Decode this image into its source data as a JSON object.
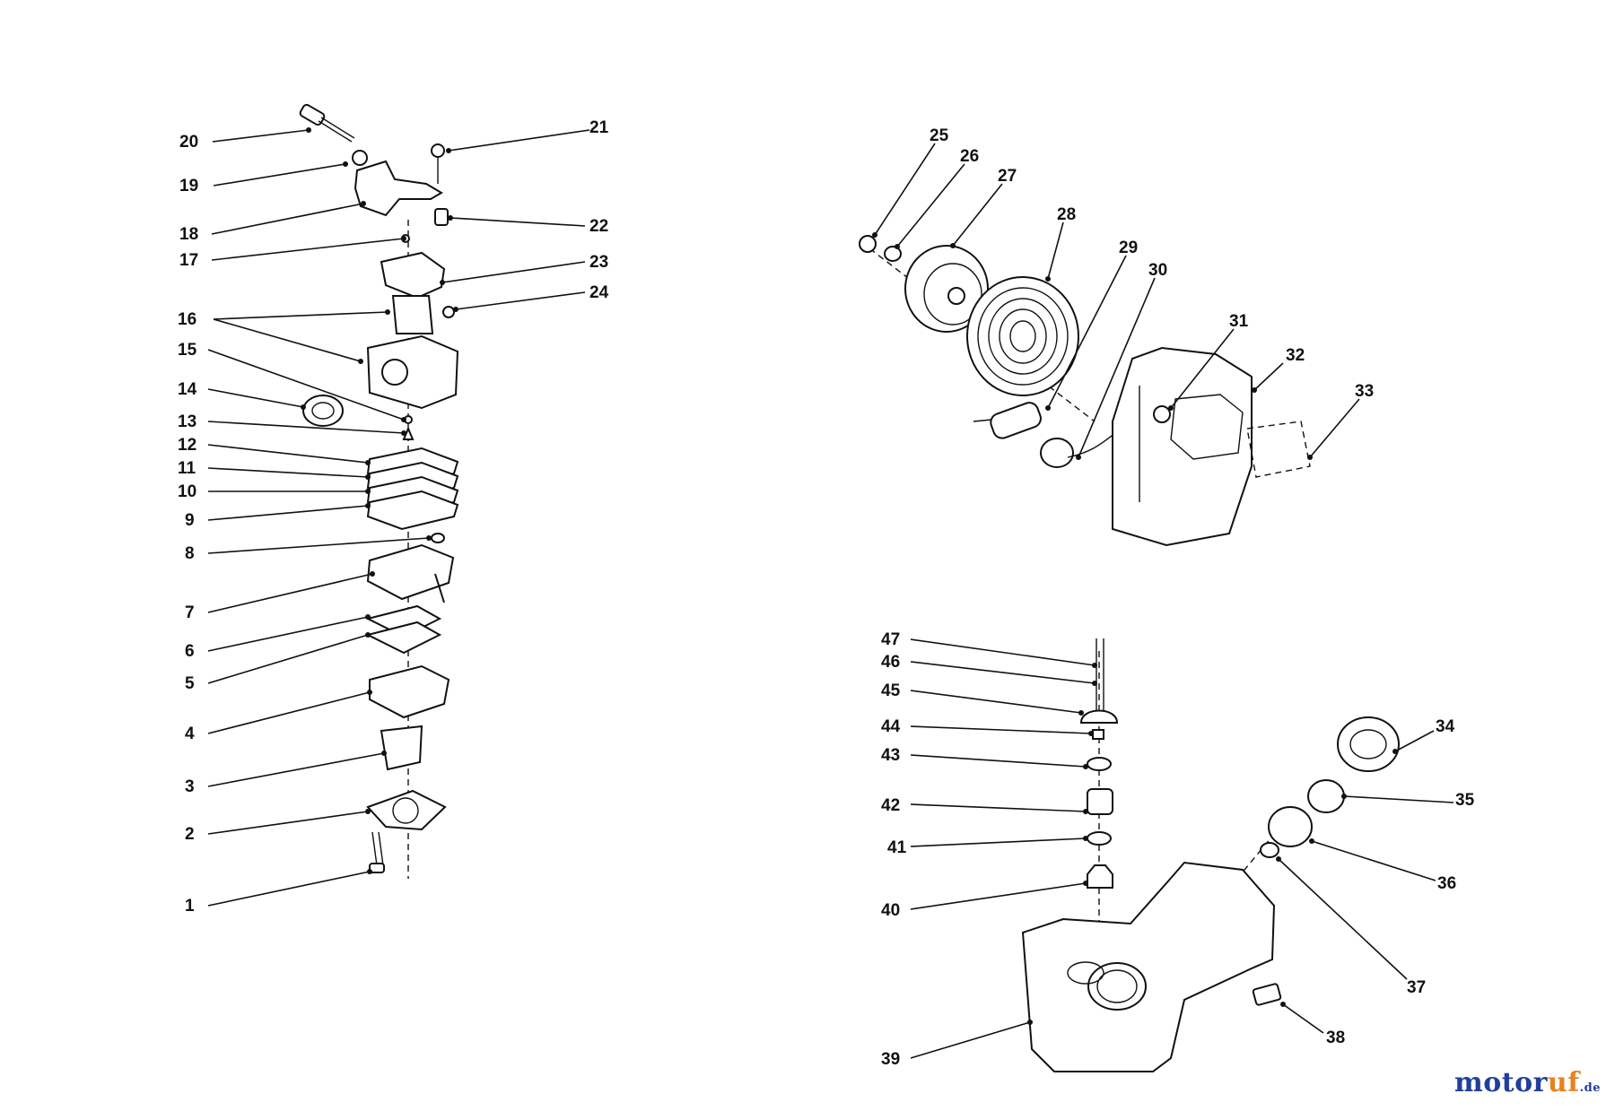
{
  "brand": {
    "part_a": "motor",
    "part_b": "uf",
    "suffix": ".de",
    "colors": {
      "blue": "#1f3f9c",
      "orange": "#e8821e"
    }
  },
  "callouts": [
    {
      "id": "c1",
      "label": "1"
    },
    {
      "id": "c2",
      "label": "2"
    },
    {
      "id": "c3",
      "label": "3"
    },
    {
      "id": "c4",
      "label": "4"
    },
    {
      "id": "c5",
      "label": "5"
    },
    {
      "id": "c6",
      "label": "6"
    },
    {
      "id": "c7",
      "label": "7"
    },
    {
      "id": "c8",
      "label": "8"
    },
    {
      "id": "c9",
      "label": "9"
    },
    {
      "id": "c10",
      "label": "10"
    },
    {
      "id": "c11",
      "label": "11"
    },
    {
      "id": "c12",
      "label": "12"
    },
    {
      "id": "c13",
      "label": "13"
    },
    {
      "id": "c14",
      "label": "14"
    },
    {
      "id": "c15",
      "label": "15"
    },
    {
      "id": "c16",
      "label": "16"
    },
    {
      "id": "c17",
      "label": "17"
    },
    {
      "id": "c18",
      "label": "18"
    },
    {
      "id": "c19",
      "label": "19"
    },
    {
      "id": "c20",
      "label": "20"
    },
    {
      "id": "c21",
      "label": "21"
    },
    {
      "id": "c22",
      "label": "22"
    },
    {
      "id": "c23",
      "label": "23"
    },
    {
      "id": "c24",
      "label": "24"
    },
    {
      "id": "c25",
      "label": "25"
    },
    {
      "id": "c26",
      "label": "26"
    },
    {
      "id": "c27",
      "label": "27"
    },
    {
      "id": "c28",
      "label": "28"
    },
    {
      "id": "c29",
      "label": "29"
    },
    {
      "id": "c30",
      "label": "30"
    },
    {
      "id": "c31",
      "label": "31"
    },
    {
      "id": "c32",
      "label": "32"
    },
    {
      "id": "c33",
      "label": "33"
    },
    {
      "id": "c34",
      "label": "34"
    },
    {
      "id": "c35",
      "label": "35"
    },
    {
      "id": "c36",
      "label": "36"
    },
    {
      "id": "c37",
      "label": "37"
    },
    {
      "id": "c38",
      "label": "38"
    },
    {
      "id": "c39",
      "label": "39"
    },
    {
      "id": "c40",
      "label": "40"
    },
    {
      "id": "c41",
      "label": "41"
    },
    {
      "id": "c42",
      "label": "42"
    },
    {
      "id": "c43",
      "label": "43"
    },
    {
      "id": "c44",
      "label": "44"
    },
    {
      "id": "c45",
      "label": "45"
    },
    {
      "id": "c46",
      "label": "46"
    },
    {
      "id": "c47",
      "label": "47"
    }
  ]
}
